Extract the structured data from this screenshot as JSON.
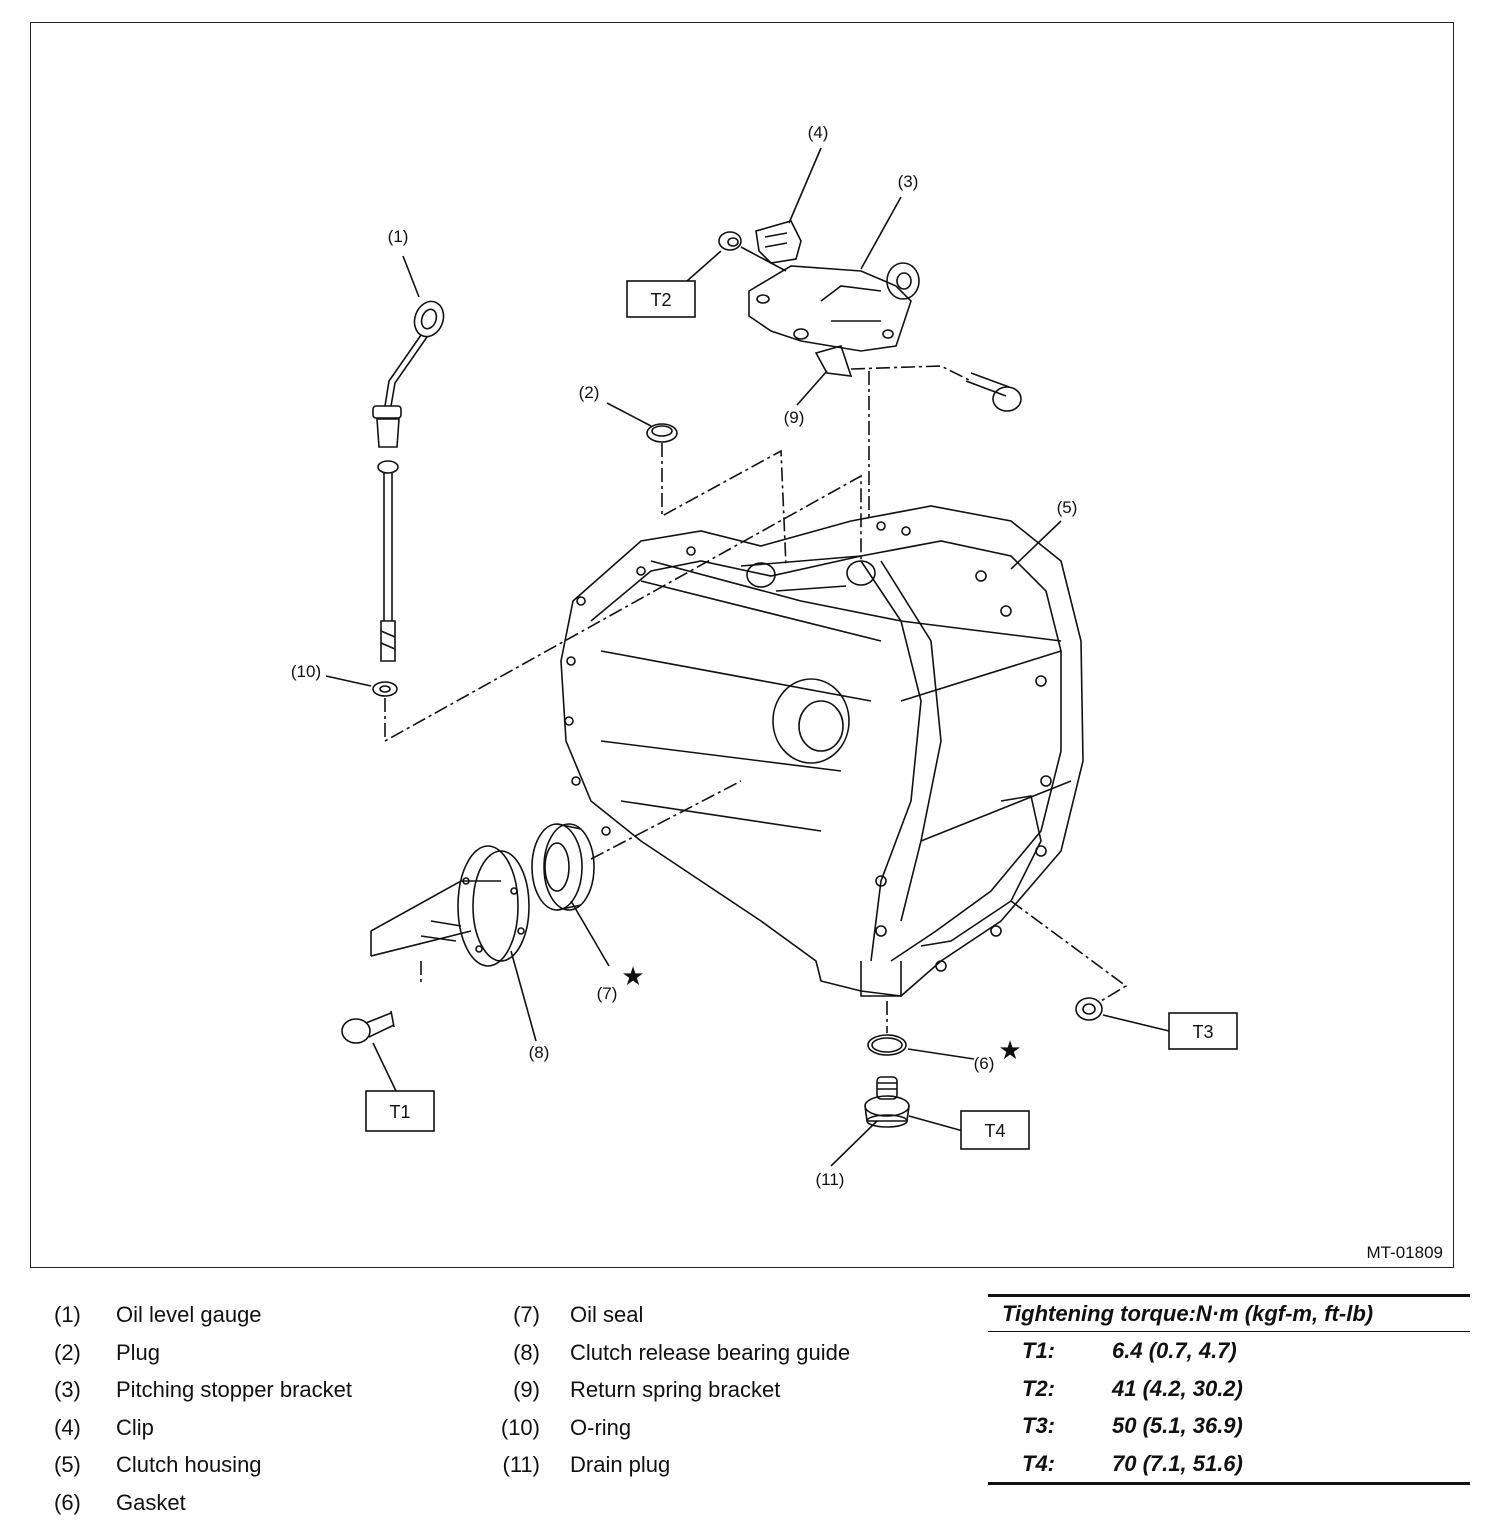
{
  "figure_id": "MT-01809",
  "callouts": {
    "c1": "(1)",
    "c2": "(2)",
    "c3": "(3)",
    "c4": "(4)",
    "c5": "(5)",
    "c6": "(6)",
    "c7": "(7)",
    "c8": "(8)",
    "c9": "(9)",
    "c10": "(10)",
    "c11": "(11)"
  },
  "torque_boxes": {
    "t1": "T1",
    "t2": "T2",
    "t3": "T3",
    "t4": "T4"
  },
  "star_symbol": "★",
  "legend": [
    {
      "num": "(1)",
      "label": "Oil level gauge"
    },
    {
      "num": "(2)",
      "label": "Plug"
    },
    {
      "num": "(3)",
      "label": "Pitching stopper bracket"
    },
    {
      "num": "(4)",
      "label": "Clip"
    },
    {
      "num": "(5)",
      "label": "Clutch housing"
    },
    {
      "num": "(6)",
      "label": "Gasket"
    },
    {
      "num": "(7)",
      "label": "Oil seal"
    },
    {
      "num": "(8)",
      "label": "Clutch release bearing guide"
    },
    {
      "num": "(9)",
      "label": "Return spring bracket"
    },
    {
      "num": "(10)",
      "label": "O-ring"
    },
    {
      "num": "(11)",
      "label": "Drain plug"
    }
  ],
  "torque": {
    "heading": "Tightening torque:N·m (kgf-m, ft-lb)",
    "rows": [
      {
        "key": "T1:",
        "value": "6.4 (0.7, 4.7)"
      },
      {
        "key": "T2:",
        "value": "41 (4.2, 30.2)"
      },
      {
        "key": "T3:",
        "value": "50 (5.1, 36.9)"
      },
      {
        "key": "T4:",
        "value": "70 (7.1, 51.6)"
      }
    ]
  }
}
